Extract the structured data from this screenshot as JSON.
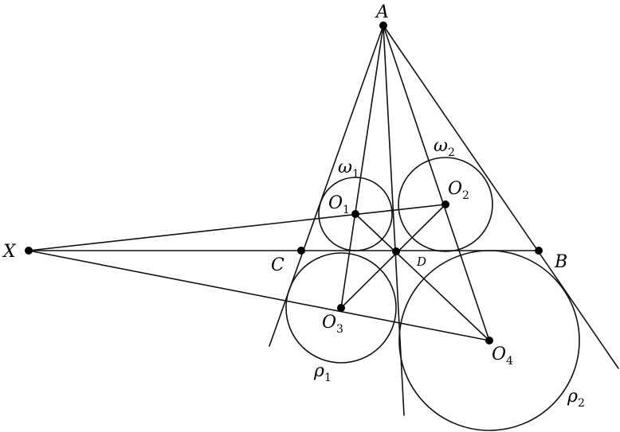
{
  "figure": {
    "labels": {
      "A": {
        "main": "A",
        "sub": ""
      },
      "B": {
        "main": "B",
        "sub": ""
      },
      "C": {
        "main": "C",
        "sub": ""
      },
      "D": {
        "main": "D",
        "sub": ""
      },
      "X": {
        "main": "X",
        "sub": ""
      },
      "O1": {
        "main": "O",
        "sub": "1"
      },
      "O2": {
        "main": "O",
        "sub": "2"
      },
      "O3": {
        "main": "O",
        "sub": "3"
      },
      "O4": {
        "main": "O",
        "sub": "4"
      },
      "omega1": {
        "main": "ω",
        "sub": "1"
      },
      "omega2": {
        "main": "ω",
        "sub": "2"
      },
      "rho1": {
        "main": "ρ",
        "sub": "1"
      },
      "rho2": {
        "main": "ρ",
        "sub": "2"
      }
    }
  }
}
